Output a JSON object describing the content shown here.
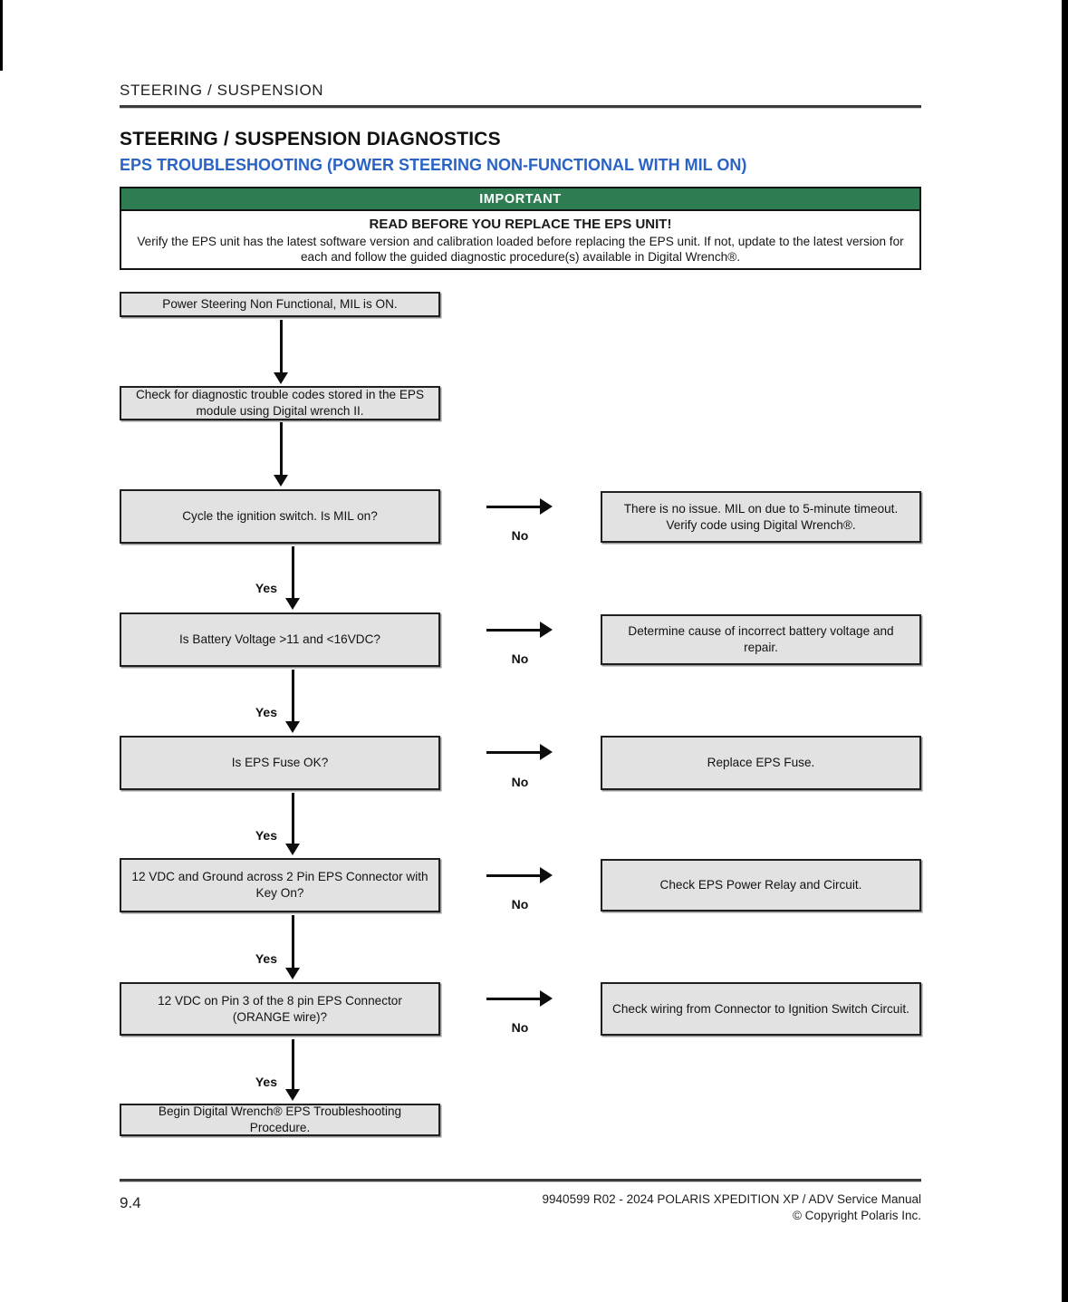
{
  "page": {
    "running_header": "STEERING / SUSPENSION",
    "section_title": "STEERING / SUSPENSION DIAGNOSTICS",
    "subsection_title": "EPS TROUBLESHOOTING (POWER STEERING NON-FUNCTIONAL WITH MIL ON)",
    "page_number": "9.4",
    "footer_line1": "9940599 R02 - 2024 POLARIS XPEDITION XP / ADV Service Manual",
    "footer_line2": "© Copyright Polaris Inc."
  },
  "notice": {
    "label": "IMPORTANT",
    "heading": "READ BEFORE YOU REPLACE THE EPS UNIT!",
    "body": "Verify the EPS unit has the latest software version and calibration loaded before replacing the EPS unit. If not, update to the latest version for each and follow the guided diagnostic procedure(s) available in Digital Wrench®.",
    "accent_color": "#2e7d52"
  },
  "flowchart": {
    "yes_label": "Yes",
    "no_label": "No",
    "steps": [
      "Power Steering Non Functional, MIL is ON.",
      "Check for diagnostic trouble codes stored in the EPS module using Digital wrench II.",
      "Cycle the ignition switch. Is MIL on?",
      "Is Battery Voltage >11 and <16VDC?",
      "Is EPS Fuse OK?",
      "12 VDC and Ground across 2 Pin EPS Connector with Key On?",
      "12 VDC on Pin 3 of the 8 pin EPS Connector (ORANGE wire)?",
      "Begin Digital Wrench® EPS Troubleshooting Procedure."
    ],
    "outcomes": [
      "There is no issue. MIL on due to 5-minute timeout. Verify code using Digital Wrench®.",
      "Determine cause of incorrect battery voltage and repair.",
      "Replace EPS Fuse.",
      "Check EPS Power Relay and Circuit.",
      "Check wiring from Connector to Ignition Switch Circuit."
    ]
  }
}
